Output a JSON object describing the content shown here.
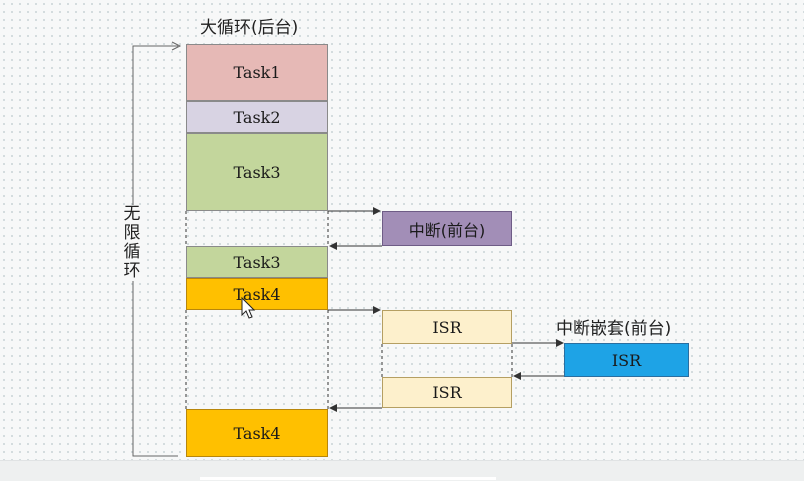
{
  "title": "大循环(后台)",
  "loop_label": [
    "无",
    "限",
    "循",
    "环"
  ],
  "tasks": {
    "task1": "Task1",
    "task2": "Task2",
    "task3": "Task3",
    "task3_resume": "Task3",
    "task4": "Task4",
    "task4_resume": "Task4"
  },
  "interrupt": "中断(前台)",
  "nested_label": "中断嵌套(前台)",
  "isr": {
    "first": "ISR",
    "nested": "ISR",
    "resume": "ISR"
  },
  "colors": {
    "task1": "#e6b9b6",
    "task2": "#d8d3e3",
    "task3": "#c3d69c",
    "task4": "#ffc000",
    "interrupt": "#a28eb7",
    "isr": "#fdf0cc",
    "nested_isr": "#1ea3e6"
  }
}
